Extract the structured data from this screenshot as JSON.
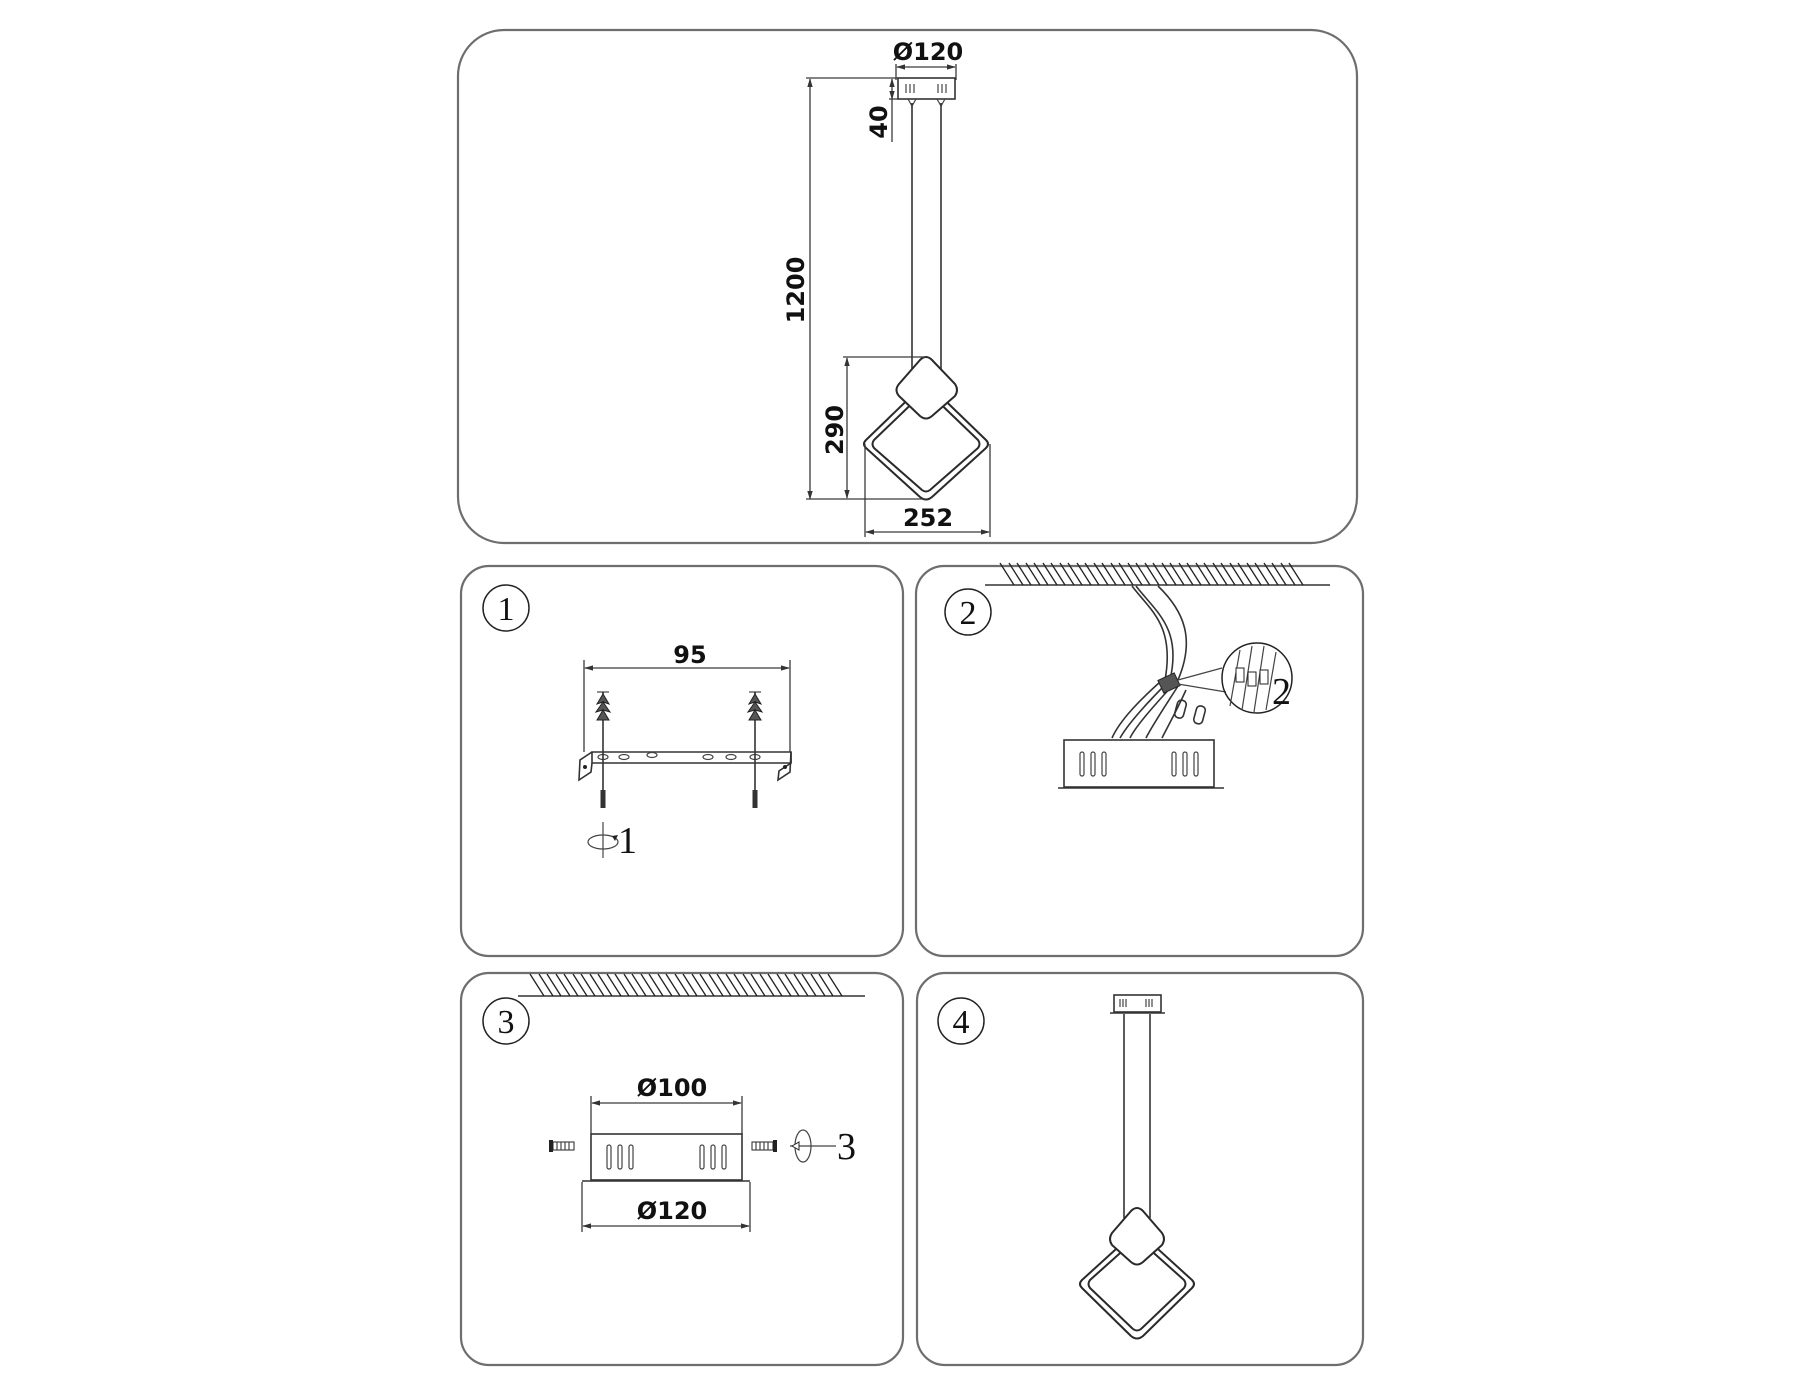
{
  "overview": {
    "dimensions": {
      "canopy_diameter": "Ø120",
      "canopy_height": "40",
      "total_height": "1200",
      "shade_height": "290",
      "shade_width": "252"
    }
  },
  "steps": [
    {
      "number": "1",
      "badge": "①",
      "dimensions": {
        "bracket_width": "95"
      },
      "action_label": "1"
    },
    {
      "number": "2",
      "badge": "②",
      "detail_label": "2"
    },
    {
      "number": "3",
      "badge": "③",
      "dimensions": {
        "inner_diameter": "Ø100",
        "outer_diameter": "Ø120"
      },
      "action_label": "3"
    },
    {
      "number": "4",
      "badge": "④"
    }
  ]
}
